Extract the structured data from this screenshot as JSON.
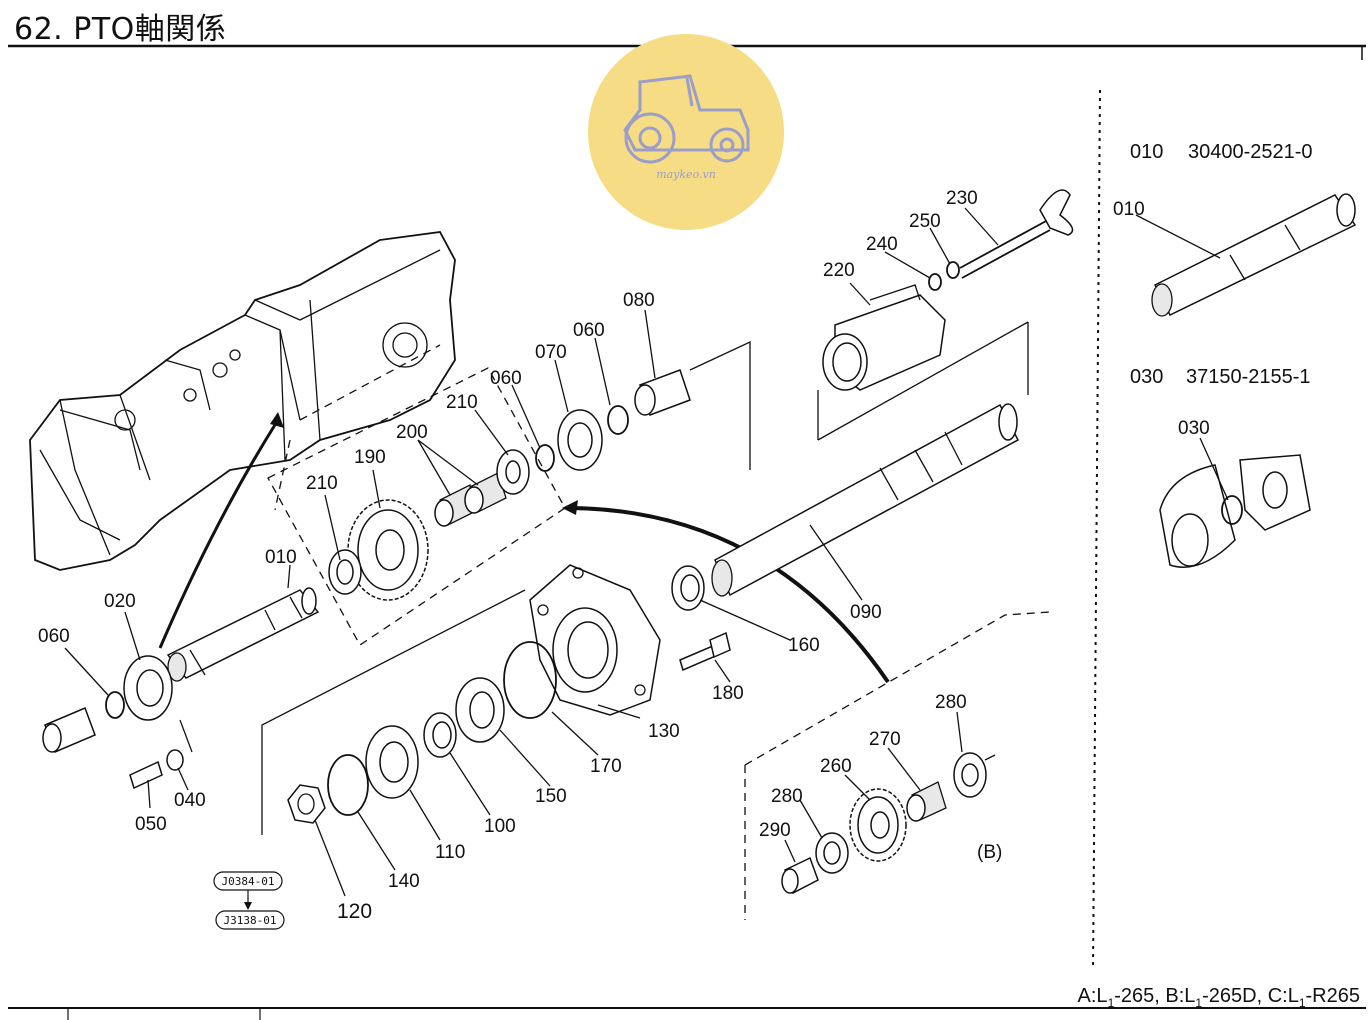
{
  "header": {
    "title": "62. PTO軸関係"
  },
  "watermark": {
    "text": "maykeo.vn",
    "color": "#f7dc86"
  },
  "footer": {
    "models_prefix_a": "A:L",
    "models_sub_1": "1",
    "models_a": "-265,",
    "models_prefix_b": " B:L",
    "models_b": "-265D,",
    "models_prefix_c": " C:L",
    "models_c": "-R265"
  },
  "callouts": {
    "c010": "010",
    "c020": "020",
    "c040": "040",
    "c050": "050",
    "c060a": "060",
    "c060b": "060",
    "c060c": "060",
    "c070": "070",
    "c080": "080",
    "c090": "090",
    "c100": "100",
    "c110": "110",
    "c120": "120",
    "c130": "130",
    "c140": "140",
    "c150": "150",
    "c160": "160",
    "c170": "170",
    "c180": "180",
    "c190": "190",
    "c200": "200",
    "c210a": "210",
    "c210b": "210",
    "c220": "220",
    "c230": "230",
    "c240": "240",
    "c250": "250",
    "c260": "260",
    "c270": "270",
    "c280a": "280",
    "c280b": "280",
    "c290": "290",
    "cB": "(B)"
  },
  "references": {
    "ref1": "J0384-01",
    "ref2": "J3138-01"
  },
  "variant_parts": [
    {
      "no": "010",
      "part_number": "30400-2521-0",
      "callout": "010"
    },
    {
      "no": "030",
      "part_number": "37150-2155-1",
      "callout": "030"
    }
  ]
}
